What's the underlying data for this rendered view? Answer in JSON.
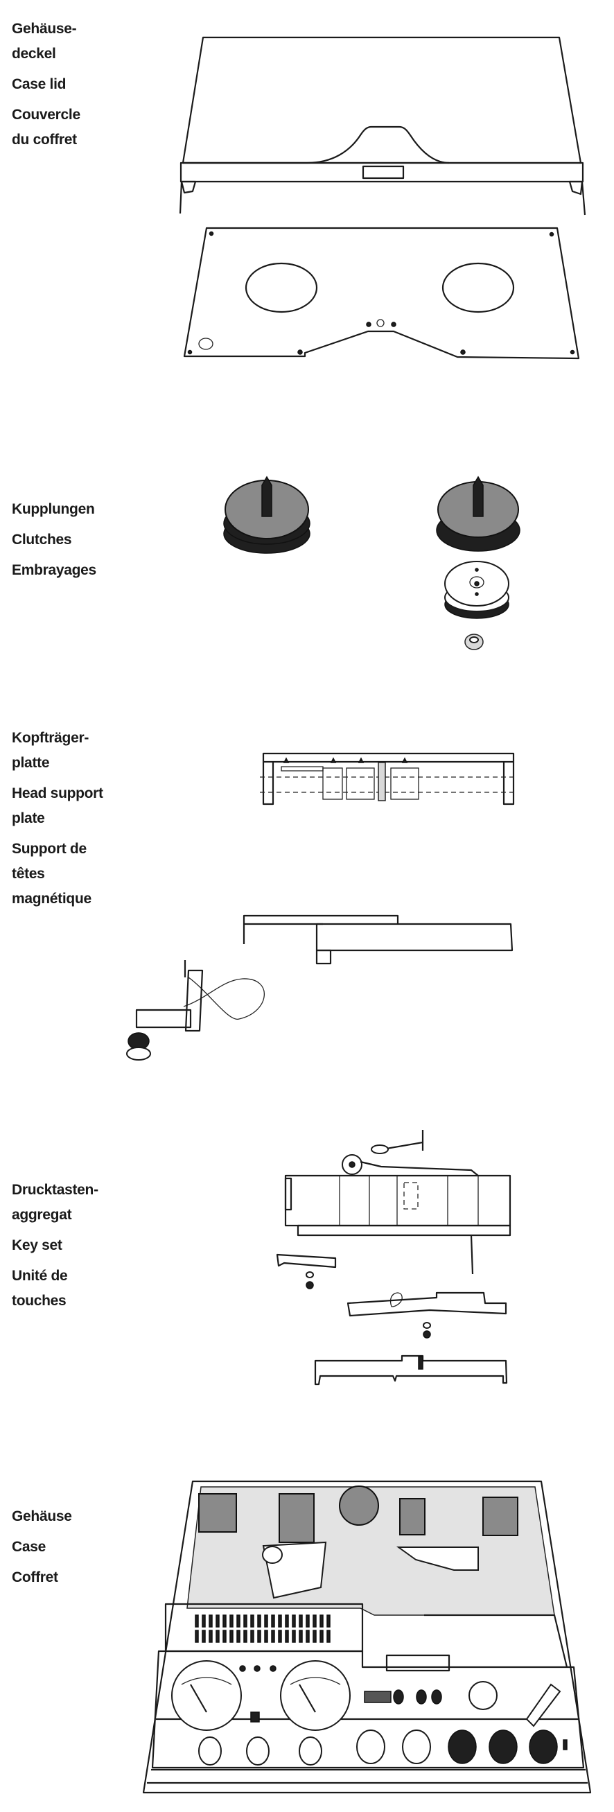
{
  "sections": [
    {
      "id": "case-lid",
      "lines": [
        [
          "Gehäuse-",
          "deckel"
        ],
        [
          "Case lid"
        ],
        [
          "Couvercle",
          "du coffret"
        ]
      ]
    },
    {
      "id": "clutches",
      "lines": [
        [
          "Kupplungen"
        ],
        [
          "Clutches"
        ],
        [
          "Embrayages"
        ]
      ]
    },
    {
      "id": "head-support-plate",
      "lines": [
        [
          "Kopfträger-",
          "platte"
        ],
        [
          "Head support",
          "plate"
        ],
        [
          "Support de",
          "têtes",
          "magnétique"
        ]
      ]
    },
    {
      "id": "key-set",
      "lines": [
        [
          "Drucktasten-",
          "aggregat"
        ],
        [
          "Key set"
        ],
        [
          "Unité de",
          "touches"
        ]
      ]
    },
    {
      "id": "case",
      "lines": [
        [
          "Gehäuse"
        ],
        [
          "Case"
        ],
        [
          "Coffret"
        ]
      ]
    }
  ]
}
